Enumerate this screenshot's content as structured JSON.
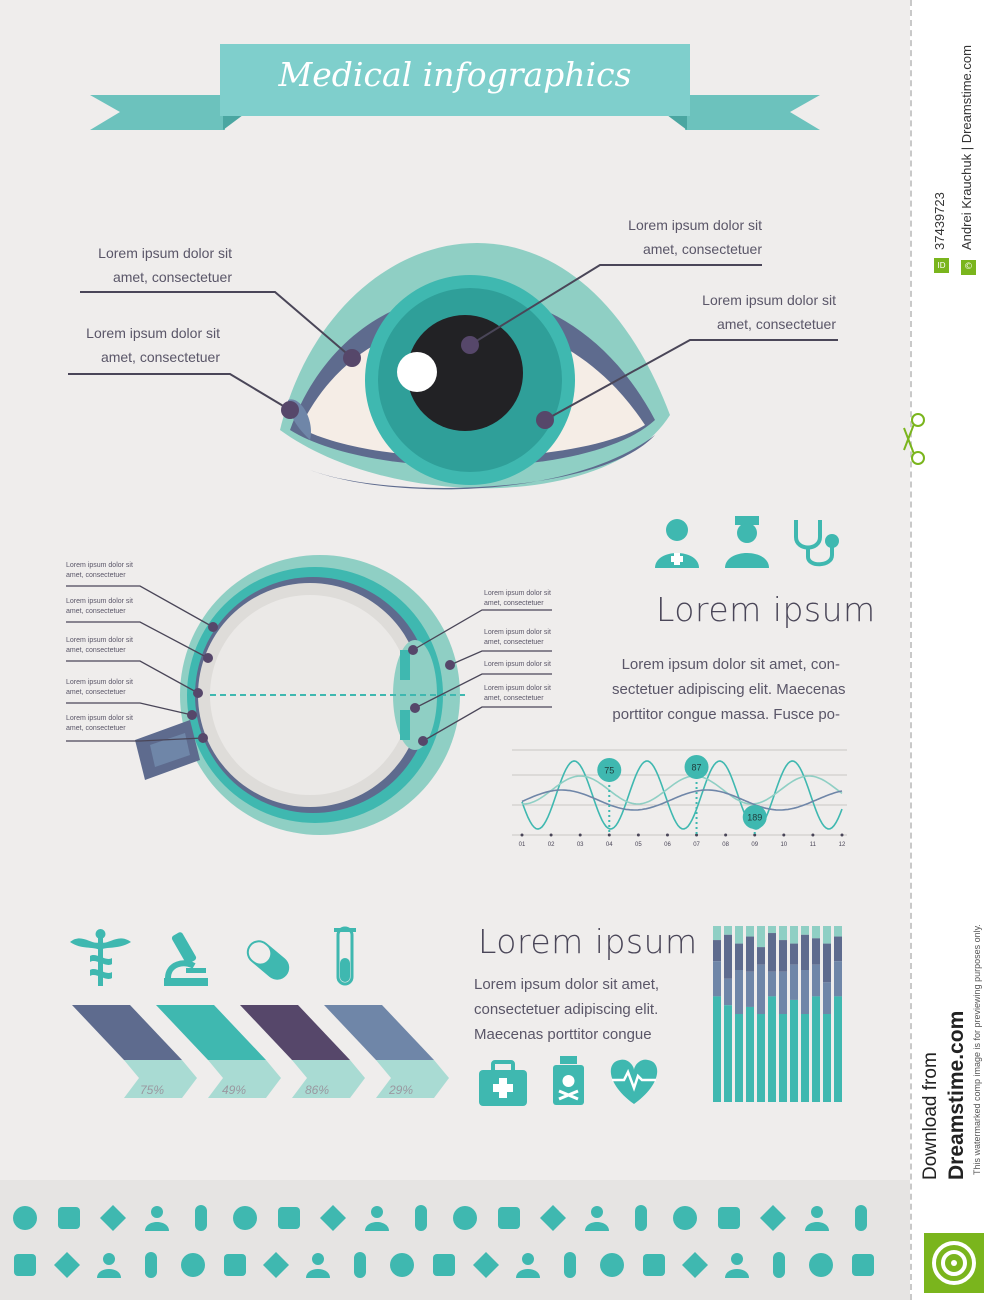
{
  "banner": {
    "title": "Medical infographics"
  },
  "eye_labels": [
    {
      "line1": "Lorem ipsum dolor sit",
      "line2": "amet, consectetuer"
    },
    {
      "line1": "Lorem ipsum dolor sit",
      "line2": "amet, consectetuer"
    },
    {
      "line1": "Lorem ipsum dolor sit",
      "line2": "amet, consectetuer"
    },
    {
      "line1": "Lorem ipsum dolor sit",
      "line2": "amet, consectetuer"
    }
  ],
  "anatomy_labels_left": [
    {
      "line1": "Lorem ipsum dolor sit",
      "line2": "amet, consectetuer"
    },
    {
      "line1": "Lorem ipsum dolor sit",
      "line2": "amet, consectetuer"
    },
    {
      "line1": "Lorem ipsum dolor sit",
      "line2": "amet, consectetuer"
    },
    {
      "line1": "Lorem ipsum dolor sit",
      "line2": "amet, consectetuer"
    },
    {
      "line1": "Lorem ipsum dolor sit",
      "line2": "amet, consectetuer"
    }
  ],
  "anatomy_labels_right": [
    {
      "line1": "Lorem ipsum dolor sit",
      "line2": "amet, consectetuer"
    },
    {
      "line1": "Lorem ipsum dolor sit",
      "line2": "amet, consectetuer"
    },
    {
      "line1": "Lorem ipsum dolor sit"
    },
    {
      "line1": "Lorem ipsum dolor sit",
      "line2": "amet, consectetuer"
    }
  ],
  "section1": {
    "heading": "Lorem ipsum",
    "lines": [
      "Lorem ipsum dolor sit amet, con-",
      "sectetuer adipiscing elit. Maecenas",
      "porttitor congue massa. Fusce po-"
    ]
  },
  "section2": {
    "heading": "Lorem ipsum",
    "lines": [
      "Lorem ipsum dolor sit amet,",
      "consectetuer adipiscing elit.",
      "Maecenas porttitor congue"
    ]
  },
  "chart_data": {
    "type": "line",
    "x": [
      "01",
      "02",
      "03",
      "04",
      "05",
      "06",
      "07",
      "08",
      "09",
      "10",
      "11",
      "12"
    ],
    "markers": [
      {
        "x": "04",
        "label": "75"
      },
      {
        "x": "07",
        "label": "87"
      },
      {
        "x": "09",
        "label": "189"
      }
    ],
    "grid": true
  },
  "percent_bars": [
    {
      "label": "75%",
      "color": "#5e6b8e"
    },
    {
      "label": "49%",
      "color": "#3fb8b0"
    },
    {
      "label": "86%",
      "color": "#56476a"
    },
    {
      "label": "29%",
      "color": "#6f86a8"
    }
  ],
  "colors": {
    "teal": "#3fb8b0",
    "light_teal": "#8fd0c8",
    "navy": "#5e6b8e",
    "purple": "#56476a",
    "banner": "#7fcfcc"
  },
  "top_icons": [
    "doctor-icon",
    "nurse-icon",
    "stethoscope-icon"
  ],
  "mid_icons": [
    "caduceus-icon",
    "microscope-icon",
    "pill-icon",
    "test-tube-icon"
  ],
  "section2_icons": [
    "first-aid-kit-icon",
    "poison-bottle-icon",
    "heart-pulse-icon"
  ],
  "strip_icons_row1": [
    "bandage-icon",
    "caduceus-icon",
    "microscope-icon",
    "pill-icon",
    "test-tube-icon",
    "syringe-icon",
    "ambulance-icon",
    "ribbon-icon",
    "arm-cast-icon",
    "test-tubes-icon",
    "xray-icon",
    "hands-icon",
    "pill-bottle-icon",
    "doctor-icon",
    "nurse-icon",
    "stethoscope-icon",
    "patients-icon",
    "brain-icon",
    "knee-icon",
    "eye-icon"
  ],
  "strip_icons_row2": [
    "helicopter-icon",
    "flask-icon",
    "scale-icon",
    "dropper-icon",
    "cells-icon",
    "molecule-icon",
    "virus-icon",
    "dna-icon",
    "hospital-icon",
    "heart-icon",
    "lungs-icon",
    "liver-icon",
    "kidneys-icon",
    "uterus-icon",
    "bladder-icon",
    "stomach-icon",
    "tooth-icon",
    "hand-icon",
    "foot-icon",
    "ear-icon",
    "magnifier-icon"
  ],
  "sidebar": {
    "id_badge": "ID",
    "id_number": "37439723",
    "copyright_badge": "©",
    "credit": "Andrei Krauchuk | Dreamstime.com",
    "download_from": "Download from",
    "site": "Dreamstime.com",
    "notice": "This watermarked comp image is for previewing purposes only."
  }
}
